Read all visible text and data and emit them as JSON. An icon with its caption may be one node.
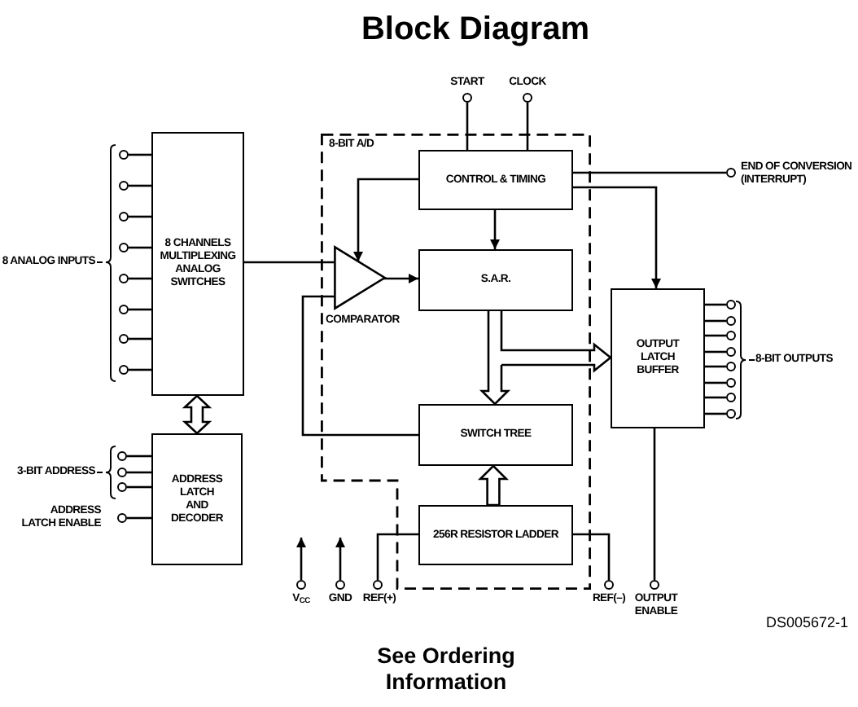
{
  "diagram": {
    "title": "Block Diagram",
    "caption": "See Ordering Information",
    "nodes": [
      {
        "text": [],
        "shape": "circle",
        "beside": [
          "START"
        ]
      },
      {
        "text": [],
        "shape": "circle",
        "beside": [
          "CLOCK"
        ]
      },
      {
        "text": [
          "8-BIT A/D"
        ]
      },
      {
        "text": [
          "CONTROL & TIMING"
        ],
        "in": 2
      },
      {
        "text": [],
        "shape": "triangle",
        "beside": [
          "COMPARATOR"
        ],
        "in": 2
      },
      {
        "text": [
          "S.A.R."
        ],
        "in": 2
      },
      {
        "text": [
          "SWITCH TREE"
        ],
        "in": 2
      },
      {
        "text": [
          "256R RESISTOR LADDER"
        ],
        "in": 2
      },
      {
        "text": [],
        "shape": "circle",
        "beside": [
          "END OF CONVERSION",
          "(INTERRUPT)"
        ]
      },
      {
        "text": [
          "8 CHANNELS MULTIPLEXING ANALOG SWITCHES"
        ]
      },
      {
        "text": [],
        "shape": "circle"
      },
      {
        "text": [],
        "shape": "circle"
      },
      {
        "text": [],
        "shape": "circle"
      },
      {
        "text": [],
        "shape": "circle"
      },
      {
        "text": [],
        "shape": "circle"
      },
      {
        "text": [],
        "shape": "circle"
      },
      {
        "text": [],
        "shape": "circle"
      },
      {
        "text": [],
        "shape": "circle"
      },
      {
        "text": [
          "ADDRESS LATCH AND DECODER"
        ]
      },
      {
        "text": [],
        "shape": "circle"
      },
      {
        "text": [],
        "shape": "circle"
      },
      {
        "text": [],
        "shape": "circle"
      },
      {
        "text": [],
        "shape": "circle",
        "beside": [
          "ADDRESS LATCH ENABLE"
        ]
      },
      {
        "text": [
          "OUTPUT LATCH BUFFER"
        ]
      },
      {
        "text": [],
        "shape": "circle"
      },
      {
        "text": [],
        "shape": "circle"
      },
      {
        "text": [],
        "shape": "circle"
      },
      {
        "text": [],
        "shape": "circle"
      },
      {
        "text": [],
        "shape": "circle"
      },
      {
        "text": [],
        "shape": "circle"
      },
      {
        "text": [],
        "shape": "circle"
      },
      {
        "text": [],
        "shape": "circle"
      },
      {
        "text": [],
        "shape": "circle",
        "beside": [
          "V$_{CC}$"
        ]
      },
      {
        "text": [],
        "shape": "circle",
        "beside": [
          "GND"
        ]
      },
      {
        "text": [],
        "shape": "circle",
        "beside": [
          "REF(+)"
        ]
      },
      {
        "text": [],
        "shape": "circle",
        "beside": [
          "REF(–)"
        ]
      },
      {
        "text": [],
        "shape": "circle",
        "beside": [
          "OUTPUT ENABLE"
        ]
      }
    ],
    "edges": [
      {
        "from": 0,
        "to": 3,
        "arrow": "none"
      },
      {
        "from": 1,
        "to": 3,
        "arrow": "none"
      },
      {
        "from": 3,
        "to": 4,
        "arrow": "to"
      },
      {
        "from": 3,
        "to": 5,
        "arrow": "to"
      },
      {
        "from": 4,
        "to": 5,
        "arrow": "to"
      },
      {
        "from": 9,
        "to": 4,
        "arrow": "none"
      },
      {
        "from": 6,
        "to": 4,
        "arrow": "none"
      },
      {
        "from": 5,
        "to": 6,
        "arrow": "to",
        "style": "thick"
      },
      {
        "from": 5,
        "to": 23,
        "arrow": "to",
        "style": "thick"
      },
      {
        "from": 7,
        "to": 6,
        "arrow": "to",
        "style": "thick"
      },
      {
        "from": 3,
        "to": 8,
        "arrow": "none"
      },
      {
        "from": 3,
        "to": 23,
        "arrow": "to"
      },
      {
        "from": 9,
        "to": 18,
        "arrow": "both",
        "style": "thick"
      },
      {
        "from": 10,
        "to": 9,
        "arrow": "none"
      },
      {
        "from": 11,
        "to": 9,
        "arrow": "none"
      },
      {
        "from": 12,
        "to": 9,
        "arrow": "none"
      },
      {
        "from": 13,
        "to": 9,
        "arrow": "none"
      },
      {
        "from": 14,
        "to": 9,
        "arrow": "none"
      },
      {
        "from": 15,
        "to": 9,
        "arrow": "none"
      },
      {
        "from": 16,
        "to": 9,
        "arrow": "none"
      },
      {
        "from": 17,
        "to": 9,
        "arrow": "none"
      },
      {
        "from": 19,
        "to": 18,
        "arrow": "none"
      },
      {
        "from": 20,
        "to": 18,
        "arrow": "none"
      },
      {
        "from": 21,
        "to": 18,
        "arrow": "none"
      },
      {
        "from": 22,
        "to": 18,
        "arrow": "none"
      },
      {
        "from": 23,
        "to": 24,
        "arrow": "none"
      },
      {
        "from": 23,
        "to": 25,
        "arrow": "none"
      },
      {
        "from": 23,
        "to": 26,
        "arrow": "none"
      },
      {
        "from": 23,
        "to": 27,
        "arrow": "none"
      },
      {
        "from": 23,
        "to": 28,
        "arrow": "none"
      },
      {
        "from": 23,
        "to": 29,
        "arrow": "none"
      },
      {
        "from": 23,
        "to": 30,
        "arrow": "none"
      },
      {
        "from": 23,
        "to": 31,
        "arrow": "none"
      },
      {
        "from": 32,
        "to": null,
        "arrow": "to"
      },
      {
        "from": 33,
        "to": null,
        "arrow": "to"
      },
      {
        "from": 34,
        "to": 7,
        "arrow": "none"
      },
      {
        "from": 35,
        "to": 7,
        "arrow": "none"
      },
      {
        "from": 36,
        "to": 23,
        "arrow": "none"
      }
    ],
    "labels": [
      "8 ANALOG INPUTS",
      "8-BIT OUTPUTS",
      "3-BIT ADDRESS",
      "DS005672-1"
    ]
  }
}
